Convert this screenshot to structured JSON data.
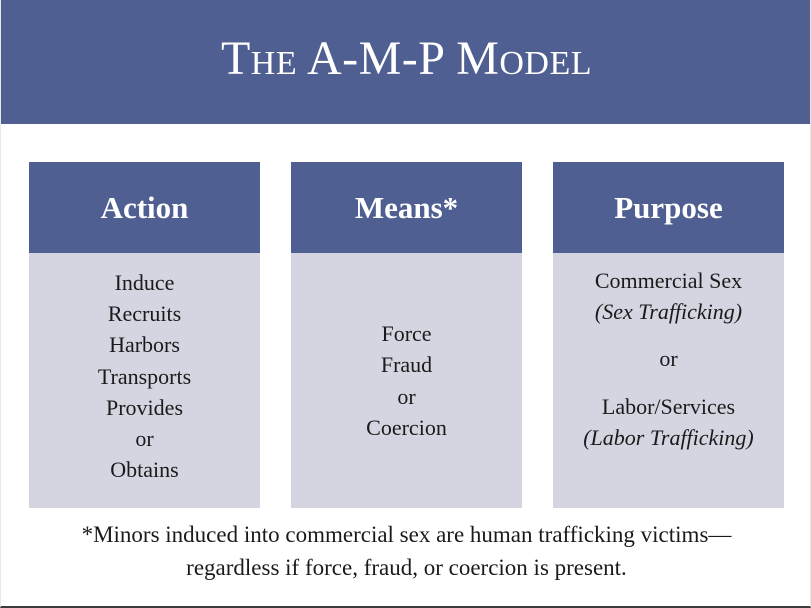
{
  "slide": {
    "title": "The A-M-P Model",
    "background_color": "#ffffff",
    "accent_color": "#4f5f92",
    "panel_color": "#d4d5e0",
    "text_color": "#1a1a1a",
    "title_color": "#ffffff"
  },
  "columns": [
    {
      "header": "Action",
      "align": "top",
      "items": [
        {
          "text": "Induce",
          "style": "normal"
        },
        {
          "text": "Recruits",
          "style": "normal"
        },
        {
          "text": "Harbors",
          "style": "normal"
        },
        {
          "text": "Transports",
          "style": "normal"
        },
        {
          "text": "Provides",
          "style": "normal"
        },
        {
          "text": "or",
          "style": "normal"
        },
        {
          "text": "Obtains",
          "style": "normal"
        }
      ]
    },
    {
      "header": "Means*",
      "align": "center",
      "items": [
        {
          "text": "Force",
          "style": "normal"
        },
        {
          "text": "Fraud",
          "style": "normal"
        },
        {
          "text": "or",
          "style": "normal"
        },
        {
          "text": "Coercion",
          "style": "normal"
        }
      ]
    },
    {
      "header": "Purpose",
      "align": "top",
      "items": [
        {
          "text": "Commercial Sex",
          "style": "normal"
        },
        {
          "text": "(Sex Trafficking)",
          "style": "italic"
        },
        {
          "text": "",
          "style": "gap"
        },
        {
          "text": "or",
          "style": "normal"
        },
        {
          "text": "",
          "style": "gap"
        },
        {
          "text": "Labor/Services",
          "style": "normal"
        },
        {
          "text": "(Labor Trafficking)",
          "style": "italic"
        }
      ]
    }
  ],
  "footnote": {
    "line1": "*Minors induced into commercial sex are human trafficking victims—",
    "line2": "regardless if force, fraud, or coercion is present."
  }
}
